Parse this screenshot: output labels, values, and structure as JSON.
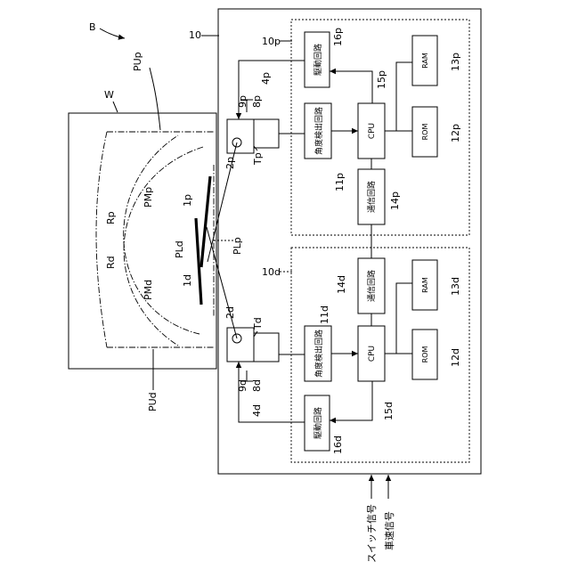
{
  "labels": {
    "B": "B",
    "W": "W",
    "ten": "10",
    "ten_p": "10p",
    "ten_d": "10d",
    "PUp": "PUp",
    "PUd": "PUd",
    "PMp": "PMp",
    "PMd": "PMd",
    "PLd": "PLd",
    "PLp": "PLp",
    "Rp": "Rp",
    "Rd": "Rd",
    "one_p": "1p",
    "one_d": "1d",
    "two_p": "2p",
    "two_d": "2d",
    "Tp": "Tp",
    "Td": "Td",
    "four_p": "4p",
    "four_d": "4d",
    "eight_p": "8p",
    "eight_d": "8d",
    "nine_p": "9p",
    "nine_d": "9d",
    "eleven_p": "11p",
    "eleven_d": "11d",
    "twelve_p": "12p",
    "twelve_d": "12d",
    "thirteen_p": "13p",
    "thirteen_d": "13d",
    "fourteen_p": "14p",
    "fourteen_d": "14d",
    "fifteen_p": "15p",
    "fifteen_d": "15d",
    "sixteen_p": "16p",
    "sixteen_d": "16d"
  },
  "boxes": {
    "drive_p": "駆動回路",
    "angle_p": "角度検出回路",
    "cpu_p": "CPU",
    "ram_p": "RAM",
    "rom_p": "ROM",
    "comm_p": "通信回路",
    "comm_d": "通信回路",
    "angle_d": "角度検出回路",
    "cpu_d": "CPU",
    "ram_d": "RAM",
    "rom_d": "ROM",
    "drive_d": "駆動回路"
  },
  "signals": {
    "switch": "スイッチ信号",
    "speed": "車速信号"
  }
}
